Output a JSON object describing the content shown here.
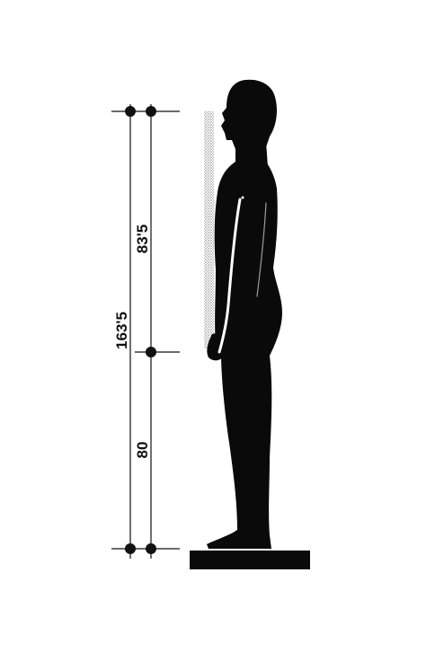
{
  "dimensions": {
    "total_height_label": "163'5",
    "upper_segment_label": "83'5",
    "lower_segment_label": "80"
  },
  "colors": {
    "silhouette": "#0a0a0a",
    "highlight": "#ffffff",
    "dimension_line": "#111111",
    "stipple": "#8a8a8a"
  }
}
